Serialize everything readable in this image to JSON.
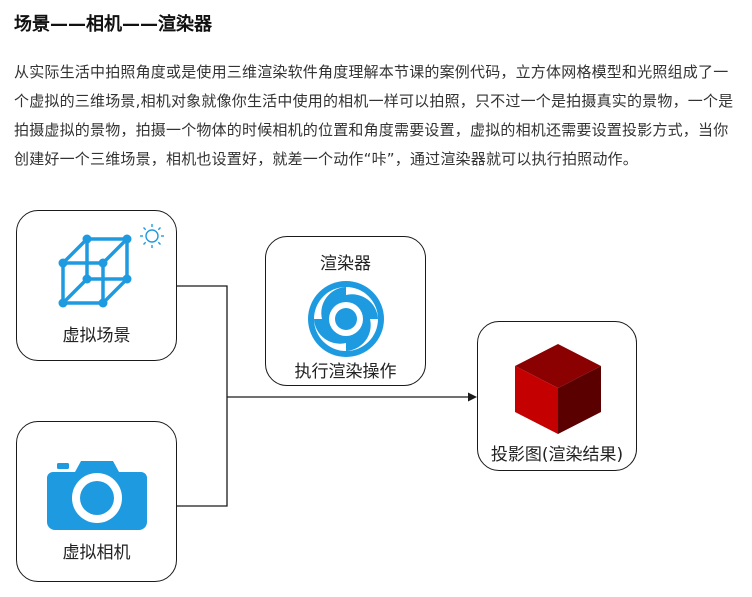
{
  "heading": "场景——相机——渲染器",
  "paragraph": "从实际生活中拍照角度或是使用三维渲染软件角度理解本节课的案例代码，立方体网格模型和光照组成了一个虚拟的三维场景,相机对象就像你生活中使用的相机一样可以拍照，只不过一个是拍摄真实的景物，一个是拍摄虚拟的景物，拍摄一个物体的时候相机的位置和角度需要设置，虚拟的相机还需要设置投影方式，当你创建好一个三维场景，相机也设置好，就差一个动作“咔”，通过渲染器就可以执行拍照动作。",
  "diagram": {
    "scene_label": "虚拟场景",
    "camera_label": "虚拟相机",
    "renderer_title": "渲染器",
    "renderer_label": "执行渲染操作",
    "result_label": "投影图(渲染结果)"
  },
  "colors": {
    "icon_blue": "#1e9be0",
    "cube_top": "#8b0000",
    "cube_left": "#c40000",
    "cube_right": "#5a0000",
    "line": "#1a1a1a"
  },
  "icons": {
    "scene": "wireframe-cube-icon",
    "light": "sun-icon",
    "camera": "camera-icon",
    "renderer": "render-swirl-icon",
    "result": "solid-cube-icon"
  }
}
